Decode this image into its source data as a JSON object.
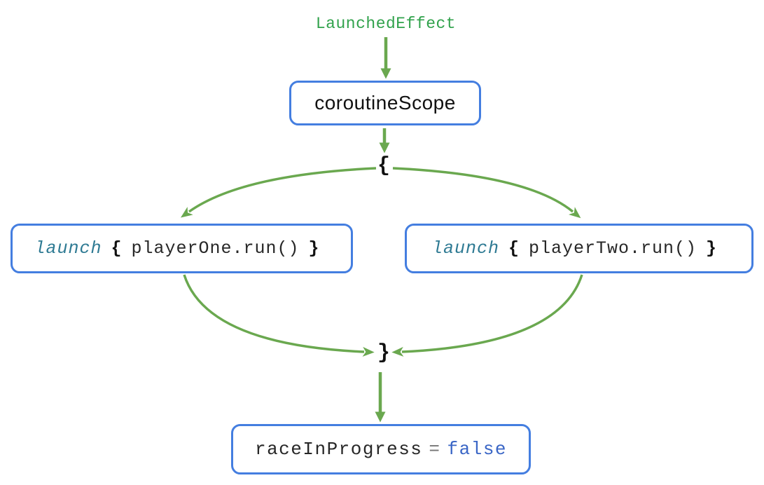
{
  "diagram": {
    "top_label": "LaunchedEffect",
    "scope_node": {
      "label": "coroutineScope"
    },
    "open_brace": "{",
    "close_brace": "}",
    "launch_nodes": [
      {
        "keyword": "launch",
        "open_brace": "{",
        "body": "playerOne.run()",
        "close_brace": "}"
      },
      {
        "keyword": "launch",
        "open_brace": "{",
        "body": "playerTwo.run()",
        "close_brace": "}"
      }
    ],
    "result_node": {
      "variable": "raceInProgress",
      "operator": "=",
      "value": "false"
    },
    "edges": [
      {
        "from": "LaunchedEffect",
        "to": "coroutineScope"
      },
      {
        "from": "coroutineScope",
        "to": "open-brace"
      },
      {
        "from": "open-brace",
        "to": "launch { playerOne.run() }"
      },
      {
        "from": "open-brace",
        "to": "launch { playerTwo.run() }"
      },
      {
        "from": "launch { playerOne.run() }",
        "to": "close-brace"
      },
      {
        "from": "launch { playerTwo.run() }",
        "to": "close-brace"
      },
      {
        "from": "close-brace",
        "to": "raceInProgress = false"
      }
    ],
    "colors": {
      "arrow_green": "#6aa84f",
      "label_green": "#31a24c",
      "box_border_blue": "#447ee0",
      "keyword_teal": "#2e7a93",
      "value_blue": "#3a66c6",
      "code_dark": "#272727",
      "operator_gray": "#757575",
      "background": "#ffffff"
    }
  }
}
